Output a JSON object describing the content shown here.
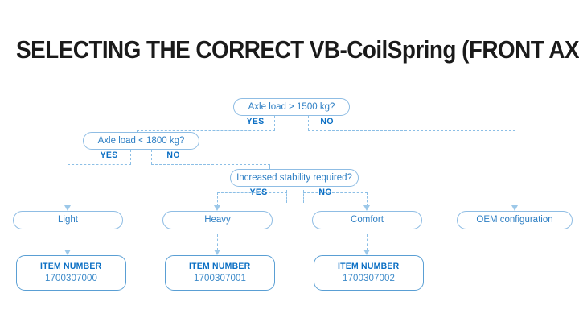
{
  "title": "SELECTING THE CORRECT VB-CoilSpring (FRONT AXLE)",
  "colors": {
    "accent_blue": "#0b6fc4",
    "node_text": "#2e7fc4",
    "node_border": "#8fbde4",
    "item_border": "#5a9fd4",
    "connector": "#8cbfe6",
    "title": "#1a1a1a",
    "background": "#ffffff"
  },
  "decisions": [
    {
      "id": "axle-load-1500",
      "question": "Axle load > 1500 kg?",
      "yes_label": "YES",
      "no_label": "NO"
    },
    {
      "id": "axle-load-1800",
      "question": "Axle load < 1800 kg?",
      "yes_label": "YES",
      "no_label": "NO"
    },
    {
      "id": "increased-stability",
      "question": "Increased stability required?",
      "yes_label": "YES",
      "no_label": "NO"
    }
  ],
  "results": [
    {
      "id": "light",
      "label": "Light"
    },
    {
      "id": "heavy",
      "label": "Heavy"
    },
    {
      "id": "comfort",
      "label": "Comfort"
    },
    {
      "id": "oem",
      "label": "OEM configuration"
    }
  ],
  "item_numbers": [
    {
      "id": "item-light",
      "title": "ITEM NUMBER",
      "value": "1700307000"
    },
    {
      "id": "item-heavy",
      "title": "ITEM NUMBER",
      "value": "1700307001"
    },
    {
      "id": "item-comfort",
      "title": "ITEM NUMBER",
      "value": "1700307002"
    }
  ]
}
